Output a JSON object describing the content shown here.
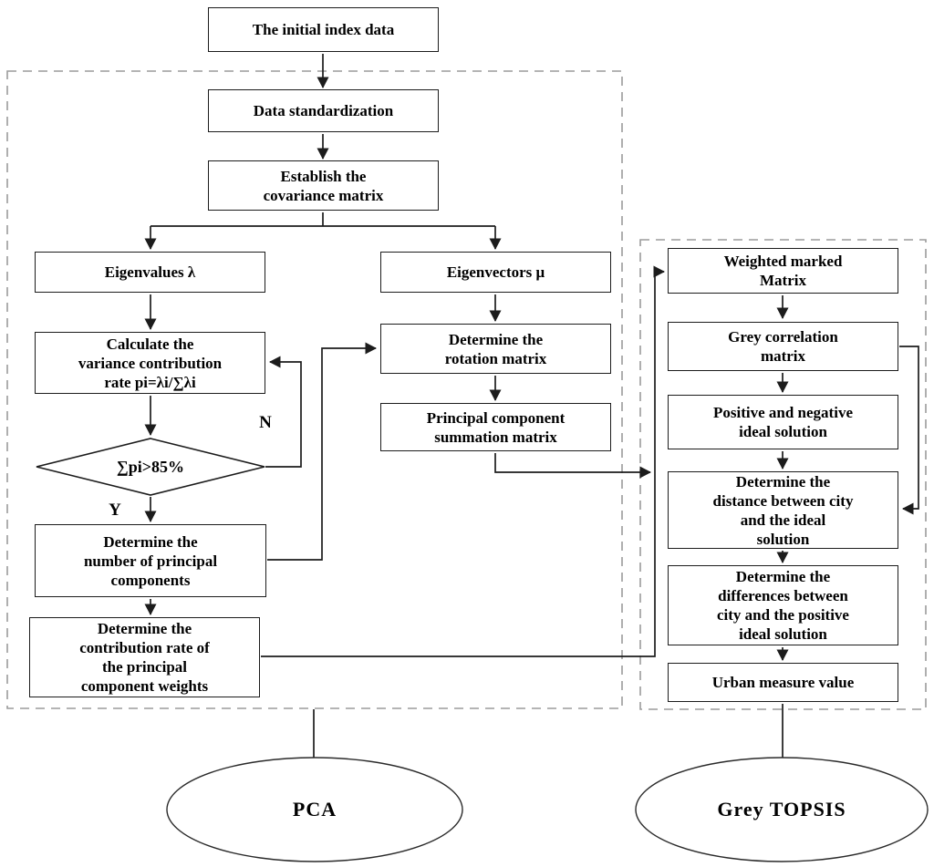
{
  "flowchart": {
    "nodes": {
      "initial_index": {
        "label": "The initial index data"
      },
      "data_standardization": {
        "label": "Data standardization"
      },
      "covariance": {
        "label": "Establish the\ncovariance matrix"
      },
      "eigenvalues": {
        "label": "Eigenvalues λ"
      },
      "eigenvectors": {
        "label": "Eigenvectors μ"
      },
      "calc_variance": {
        "label": "Calculate the\nvariance contribution\nrate pi=λi/∑λi"
      },
      "det_number": {
        "label": "Determine the\nnumber of principal\ncomponents"
      },
      "det_contrib": {
        "label": "Determine the\ncontribution rate of\nthe principal\ncomponent weights"
      },
      "rotation": {
        "label": "Determine the\nrotation matrix"
      },
      "summation": {
        "label": "Principal component\nsummation matrix"
      },
      "weighted": {
        "label": "Weighted marked\nMatrix"
      },
      "grey_corr": {
        "label": "Grey correlation\nmatrix"
      },
      "pos_neg": {
        "label": "Positive and negative\nideal solution"
      },
      "det_distance": {
        "label": "Determine the\ndistance between city\nand  the ideal\nsolution"
      },
      "det_diff": {
        "label": "Determine the\ndifferences between\ncity and  the positive\nideal solution"
      },
      "urban": {
        "label": "Urban measure value"
      }
    },
    "decision": {
      "condition": "∑pi>85%",
      "yes_label": "Y",
      "no_label": "N"
    },
    "groups": {
      "pca": {
        "label": "PCA"
      },
      "grey_topsis": {
        "label": "Grey TOPSIS"
      }
    },
    "colors": {
      "background": "#ffffff",
      "line": "#1c1c1c",
      "box_border": "#1c1c1c",
      "dashed_border": "#9b9b9b",
      "text": "#000000"
    }
  }
}
